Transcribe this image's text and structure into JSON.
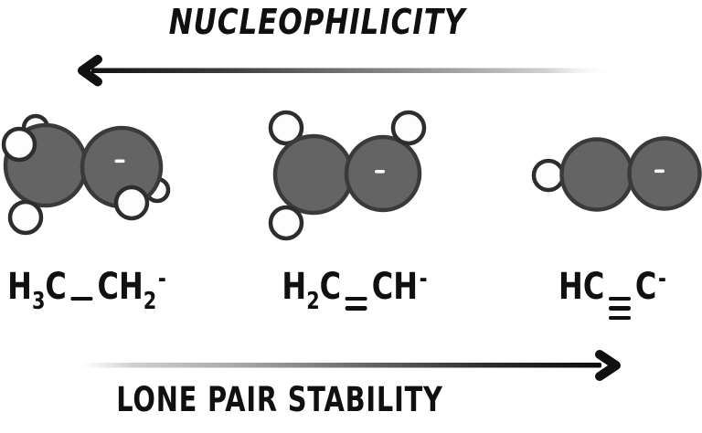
{
  "title": {
    "text": "NUCLEOPHILICITY"
  },
  "bottom_label": {
    "text": "LONE PAIR STABILITY"
  },
  "arrows": {
    "top": {
      "label": "NUCLEOPHILICITY",
      "direction": "left",
      "style": "solid black at head fading to white at tail"
    },
    "bottom": {
      "label": "LONE PAIR STABILITY",
      "direction": "right",
      "style": "faded white at tail darkening to solid black at head"
    }
  },
  "molecules": [
    {
      "id": "ethyl-anion",
      "charge_label": "-",
      "formula_parts": [
        {
          "t": "H"
        },
        {
          "t": "3",
          "style": "sub"
        },
        {
          "t": "C"
        },
        {
          "style": "bond1"
        },
        {
          "t": "CH"
        },
        {
          "t": "2",
          "style": "sub"
        },
        {
          "t": "-",
          "style": "sup"
        }
      ]
    },
    {
      "id": "vinyl-anion",
      "charge_label": "-",
      "formula_parts": [
        {
          "t": "H"
        },
        {
          "t": "2",
          "style": "sub"
        },
        {
          "t": "C"
        },
        {
          "style": "bond2"
        },
        {
          "t": "CH"
        },
        {
          "t": "-",
          "style": "sup"
        }
      ]
    },
    {
      "id": "acetylide-anion",
      "charge_label": "-",
      "formula_parts": [
        {
          "t": "H"
        },
        {
          "t": "C"
        },
        {
          "style": "bond3"
        },
        {
          "t": "C"
        },
        {
          "t": "-",
          "style": "sup"
        }
      ]
    }
  ],
  "colors": {
    "carbon_fill": "#646464",
    "carbon_stroke": "#3a3a3a",
    "hydrogen_fill": "#fdfdfd",
    "hydrogen_stroke": "#2d2d2d",
    "arrow_dark": "#111111",
    "text": "#101010",
    "background": "#ffffff",
    "charge_mark": "#ffffff"
  }
}
